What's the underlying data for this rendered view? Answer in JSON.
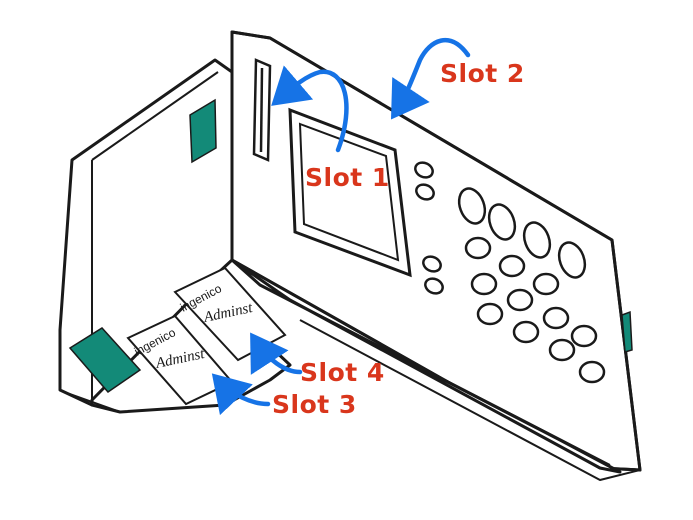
{
  "colors": {
    "outline": "#1a1a1a",
    "body_fill": "#ffffff",
    "accent_teal": "#138a78",
    "label_red": "#d9361c",
    "arrow_blue": "#1673e6"
  },
  "labels": {
    "slot1": "Slot 1",
    "slot2": "Slot 2",
    "slot3": "Slot 3",
    "slot4": "Slot 4"
  },
  "cards": {
    "brand": "ingenico",
    "signature": "Adminst"
  },
  "icons": {
    "arrow": "curved-arrow-icon"
  }
}
